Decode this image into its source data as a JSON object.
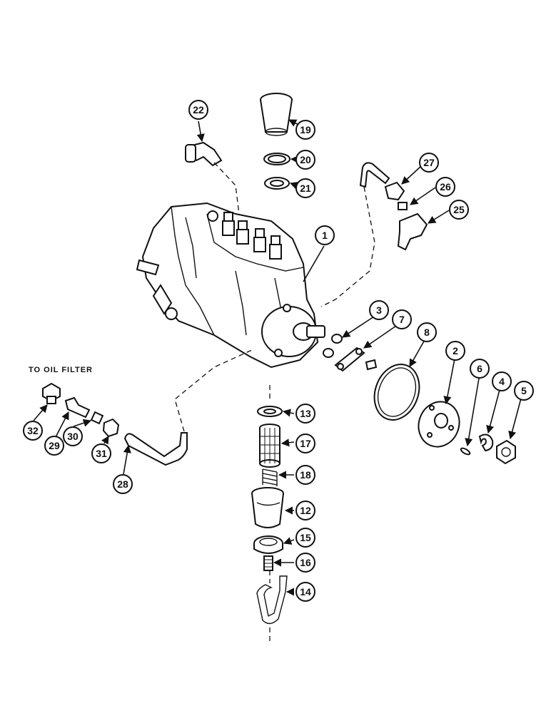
{
  "note": "TO OIL FILTER",
  "callouts": [
    "1",
    "2",
    "3",
    "4",
    "5",
    "6",
    "7",
    "8",
    "12",
    "13",
    "14",
    "15",
    "16",
    "17",
    "18",
    "19",
    "20",
    "21",
    "22",
    "25",
    "26",
    "27",
    "28",
    "29",
    "30",
    "31",
    "32"
  ]
}
